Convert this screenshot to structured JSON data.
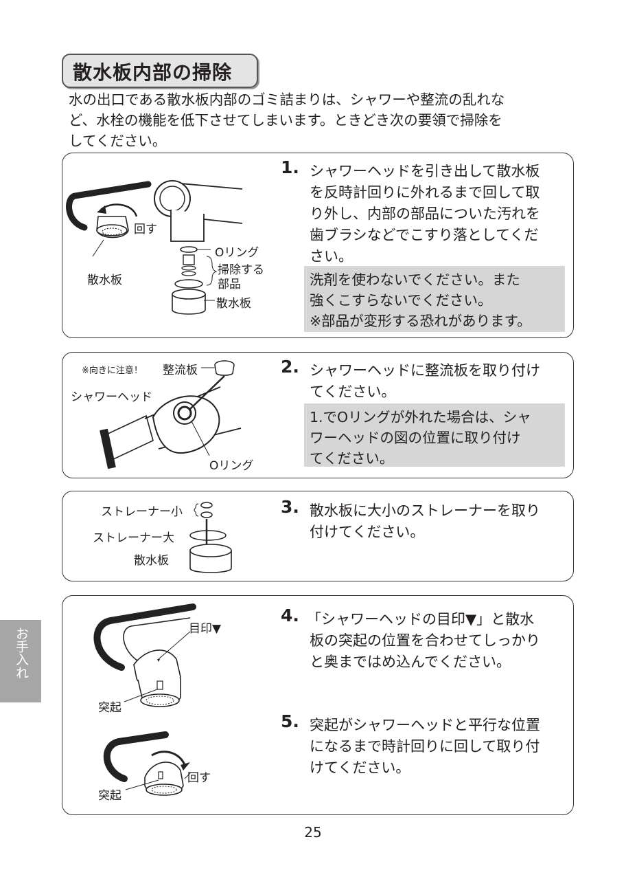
{
  "title": "散水板内部の掃除",
  "intro": [
    "水の出口である散水板内部のゴミ詰まりは、シャワーや整流の乱れな",
    "ど、水栓の機能を低下させてしまいます。ときどき次の要領で掃除を",
    "してください。"
  ],
  "step1": {
    "num": "1.",
    "lines": [
      "シャワーヘッドを引き出して散水板",
      "を反時計回りに外れるまで回して取",
      "り外し、内部の部品についた汚れを",
      "歯ブラシなどでこすり落としてくだ",
      "さい。"
    ],
    "note": [
      "洗剤を使わないでください。また",
      "強くこすらないでください。",
      "※部品が変形する恐れがあります。"
    ],
    "labels": {
      "turn": "回す",
      "sanshui_left": "散水板",
      "oring": "Oリング",
      "cleaning_parts_1": "掃除する",
      "cleaning_parts_2": "部品",
      "sanshui_right": "散水板"
    }
  },
  "step2": {
    "num": "2.",
    "lines": [
      "シャワーヘッドに整流板を取り付け",
      "てください。"
    ],
    "note": [
      "1.でOリングが外れた場合は、シャ",
      "ワーヘッドの図の位置に取り付け",
      "てください。"
    ],
    "labels": {
      "caution": "※向きに注意！",
      "flow_plate": "整流板",
      "shower_head": "シャワーヘッド",
      "oring": "Oリング"
    }
  },
  "step3": {
    "num": "3.",
    "lines": [
      "散水板に大小のストレーナーを取り",
      "付けてください。"
    ],
    "labels": {
      "strainer_small": "ストレーナー小",
      "strainer_large": "ストレーナー大",
      "sanshui": "散水板"
    }
  },
  "step4": {
    "num": "4.",
    "lines": [
      "「シャワーヘッドの目印▼」と散水",
      "板の突起の位置を合わせてしっかり",
      "と奥まではめ込んでください。"
    ],
    "labels": {
      "mark": "目印▼",
      "protrusion": "突起"
    }
  },
  "step5": {
    "num": "5.",
    "lines": [
      "突起がシャワーヘッドと平行な位置",
      "になるまで時計回りに回して取り付",
      "けてください。"
    ],
    "labels": {
      "turn": "回す",
      "protrusion": "突起"
    }
  },
  "side_tab": "お手入れ",
  "page_number": "25"
}
